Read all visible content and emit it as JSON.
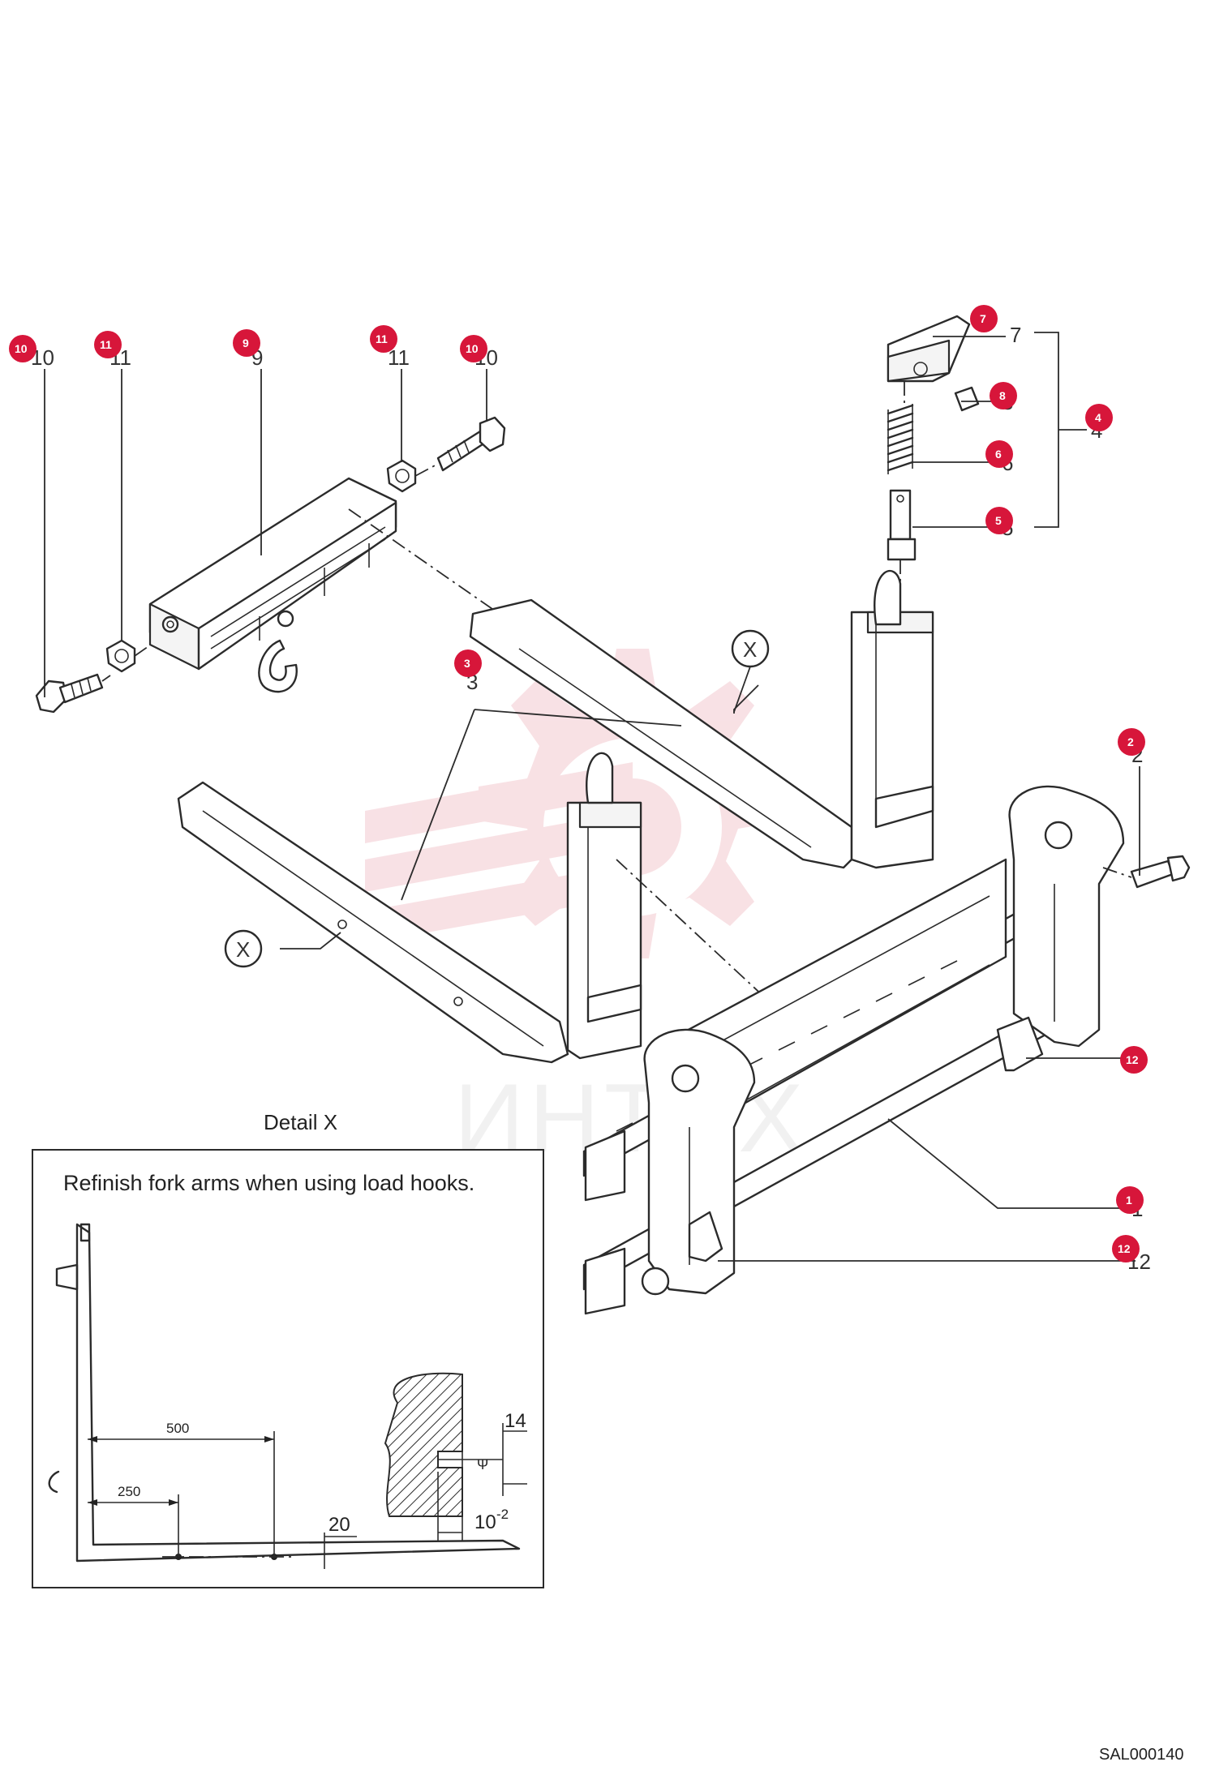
{
  "callouts": [
    {
      "id": "callout-10-left",
      "label": "10"
    },
    {
      "id": "callout-11-left",
      "label": "11"
    },
    {
      "id": "callout-9",
      "label": "9"
    },
    {
      "id": "callout-11-right",
      "label": "11"
    },
    {
      "id": "callout-10-right",
      "label": "10"
    },
    {
      "id": "callout-7",
      "label": "7"
    },
    {
      "id": "callout-8",
      "label": "8"
    },
    {
      "id": "callout-6",
      "label": "6"
    },
    {
      "id": "callout-5",
      "label": "5"
    },
    {
      "id": "callout-4",
      "label": "4"
    },
    {
      "id": "callout-3",
      "label": "3"
    },
    {
      "id": "callout-2",
      "label": "2"
    },
    {
      "id": "callout-12-upper",
      "label": "12"
    },
    {
      "id": "callout-1",
      "label": "1"
    },
    {
      "id": "callout-12-lower",
      "label": "12"
    }
  ],
  "part_numbers": {
    "n10_left": "10",
    "n11_left": "11",
    "n9": "9",
    "n11_right": "11",
    "n10_right": "10",
    "n7": "7",
    "n8": "8",
    "n6": "6",
    "n5": "5",
    "n4": "4",
    "n3": "3",
    "n2": "2",
    "n1": "1",
    "n12": "12"
  },
  "detail_markers": {
    "x_upper": "X",
    "x_lower": "X"
  },
  "detail": {
    "title": "Detail X",
    "note": "Refinish fork arms when using load hooks.",
    "dim_500": "500",
    "dim_250": "250",
    "dim_20": "20",
    "dim_14": "14",
    "dim_10": "10",
    "dim_10_sup": "-2",
    "dim_pm": "Ψ"
  },
  "watermark": {
    "text": "ИНТЕХ",
    "color": "#f3c9cf"
  },
  "colors": {
    "callout": "#d7163a",
    "line": "#2b2b2b"
  },
  "doc_code": "SAL000140"
}
